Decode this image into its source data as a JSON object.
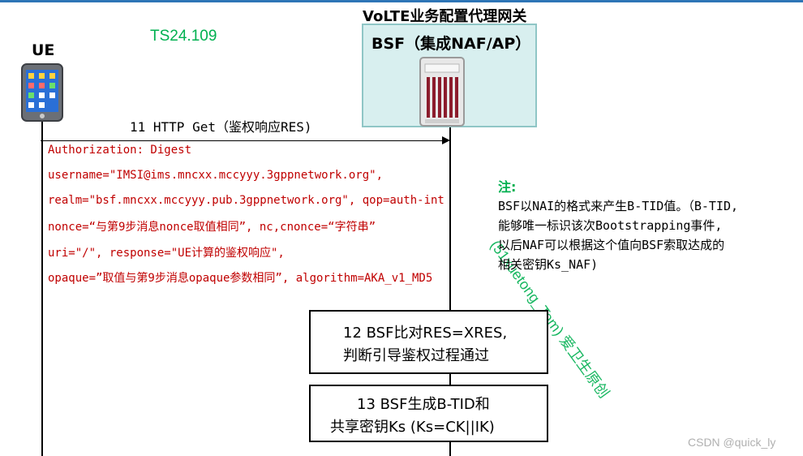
{
  "header": {
    "spec_label": "TS24.109",
    "gateway_title": "VoLTE业务配置代理网关",
    "bsf_title": "BSF（集成NAF/AP）",
    "ue_label": "UE"
  },
  "message": {
    "label": "11 HTTP Get（鉴权响应RES)",
    "lines": [
      "Authorization: Digest",
      "username=\"IMSI@ims.mncxx.mccyyy.3gppnetwork.org\",",
      "realm=\"bsf.mncxx.mccyyy.pub.3gppnetwork.org\", qop=auth-int",
      "nonce=“与第9步消息nonce取值相同”, nc,cnonce=“字符串”",
      "uri=\"/\", response=\"UE计算的鉴权响应\",",
      "opaque=”取值与第9步消息opaque参数相同”, algorithm=AKA_v1_MD5"
    ]
  },
  "note": {
    "title": "注:",
    "lines": [
      "BSF以NAI的格式来产生B-TID值。（B-TID,",
      "能够唯一标识该次Bootstrapping事件,",
      "以后NAF可以根据这个值向BSF索取达成的",
      "相关密钥Ks_NAF)"
    ]
  },
  "watermark": "(51xuetong_Tom) 爱卫生原创",
  "steps": [
    {
      "line1": "12 BSF比对RES=XRES,",
      "line2": "判断引导鉴权过程通过"
    },
    {
      "line1": "13 BSF生成B-TID和",
      "line2": "共享密钥Ks (Ks=CK||IK)"
    }
  ],
  "footer": {
    "credit": "CSDN @quick_ly"
  },
  "colors": {
    "accent_green": "#00b050",
    "message_red": "#c00000",
    "bsf_fill": "#d8efef",
    "top_rule": "#2e75b6"
  },
  "icons": {
    "ue": "mobile-phone-icon",
    "bsf": "server-icon"
  }
}
